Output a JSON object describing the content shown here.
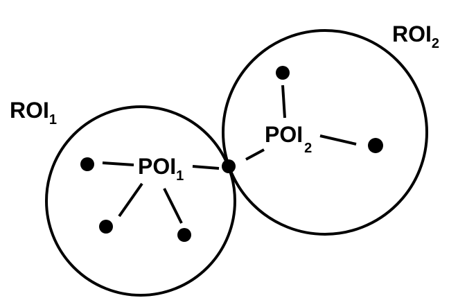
{
  "regions": [
    {
      "id": "roi-1",
      "label": "ROI",
      "subscript": "1"
    },
    {
      "id": "roi-2",
      "label": "ROI",
      "subscript": "2"
    }
  ],
  "points_of_interest": [
    {
      "id": "poi-1",
      "label": "POI",
      "subscript": "1"
    },
    {
      "id": "poi-2",
      "label": "POI",
      "subscript": "2"
    }
  ],
  "colors": {
    "stroke": "#000000",
    "background": "#ffffff"
  }
}
